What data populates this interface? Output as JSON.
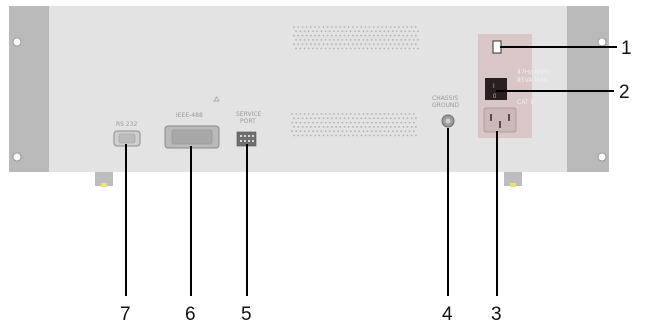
{
  "labels": {
    "rs232": "RS 232",
    "ieee488": "IEEE-488",
    "service_port_l1": "SERVICE",
    "service_port_l2": "PORT",
    "chassis_ground_l1": "CHASSIS",
    "chassis_ground_l2": "GROUND",
    "power_l1": "47Hz-63Hz",
    "power_l2": "85VA MAX",
    "power_l3": "CAT II",
    "switch_on": "I",
    "switch_off": "0"
  },
  "callouts": [
    "1",
    "2",
    "3",
    "4",
    "5",
    "6",
    "7"
  ],
  "colors": {
    "panel": "#e3e3e3",
    "rack_ear": "#b9b9b9",
    "power_module": "#d9c6c6",
    "switch": "#2b1e1e",
    "foot_accent": "#e8e27a",
    "line": "#000000"
  }
}
